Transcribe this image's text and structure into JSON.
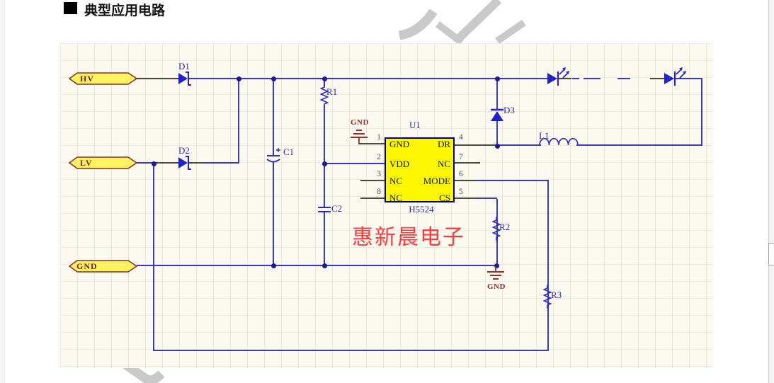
{
  "title": {
    "marker": "■",
    "text": "典型应用电路"
  },
  "watermark": {
    "text": "惠新晨电子",
    "color": "#FB3B3B"
  },
  "schematic": {
    "connectors": [
      {
        "label": "HV"
      },
      {
        "label": "LV"
      },
      {
        "label": "GND"
      }
    ],
    "ic": {
      "designator": "U1",
      "part": "H5524",
      "left_pins": [
        {
          "num": "1",
          "name": "GND"
        },
        {
          "num": "2",
          "name": "VDD"
        },
        {
          "num": "3",
          "name": "NC"
        },
        {
          "num": "8",
          "name": "NC"
        }
      ],
      "right_pins": [
        {
          "num": "4",
          "name": "DR"
        },
        {
          "num": "7",
          "name": "NC"
        },
        {
          "num": "6",
          "name": "MODE"
        },
        {
          "num": "5",
          "name": "CS"
        }
      ]
    },
    "labels": {
      "d1": "D1",
      "d2": "D2",
      "d3": "D3",
      "r1": "R1",
      "r2": "R2",
      "r3": "R3",
      "c1": "C1",
      "c1_polarity": "+",
      "c2": "C2",
      "l1": "L1",
      "gnd_ic": "GND",
      "gnd_r2": "GND"
    },
    "colors": {
      "wire": "#3A3ABE",
      "component": "#2B2BD0",
      "dark_lead": "#4A4A3C",
      "ic_fill": "#FBF602",
      "ic_border": "#00008B",
      "port_fill": "#FFF263",
      "port_border": "#8B3020",
      "ground_symbol": "#9E2B25",
      "canvas": "#FCF9F0",
      "grid": "#EFEBDF"
    }
  }
}
